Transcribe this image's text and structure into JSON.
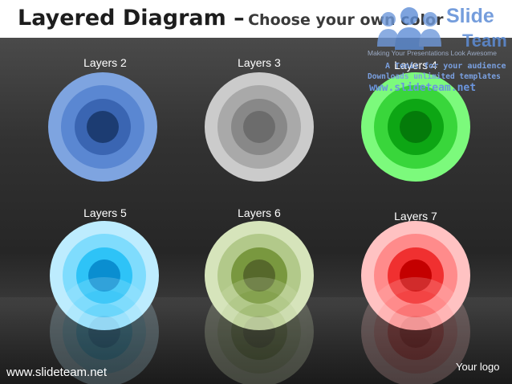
{
  "slide": {
    "title_main": "Layered Diagram –",
    "title_sub": "Choose your own color",
    "footer_url": "www.slideteam.net",
    "footer_logo": "Your logo"
  },
  "watermark": {
    "brand_line1": "Slide",
    "brand_line2": "Team",
    "tagline": "Making Your Presentations Look Awesome",
    "line1": "A Tonic for your audience",
    "line2": "Downloads unlimited templates",
    "url": "www.slideteam.net"
  },
  "diagram": {
    "targets": [
      {
        "label": "Layers 2",
        "colors": [
          "#7ea4e0",
          "#5a87d2",
          "#3a65b2",
          "#1c3c72"
        ]
      },
      {
        "label": "Layers 3",
        "colors": [
          "#cbcbcb",
          "#a9a9a9",
          "#888888",
          "#6c6c6c"
        ]
      },
      {
        "label": "Layers 4",
        "colors": [
          "#7cfa7c",
          "#39d63b",
          "#0da614",
          "#047b0a"
        ]
      },
      {
        "label": "Layers 5",
        "colors": [
          "#bdecfe",
          "#7fdcfd",
          "#2ec3f7",
          "#0a8ed0"
        ]
      },
      {
        "label": "Layers 6",
        "colors": [
          "#d6e4bb",
          "#b2c98a",
          "#79983f",
          "#56682b"
        ]
      },
      {
        "label": "Layers 7",
        "colors": [
          "#ffc2c2",
          "#ff8b8b",
          "#f03030",
          "#c40000"
        ]
      }
    ]
  }
}
